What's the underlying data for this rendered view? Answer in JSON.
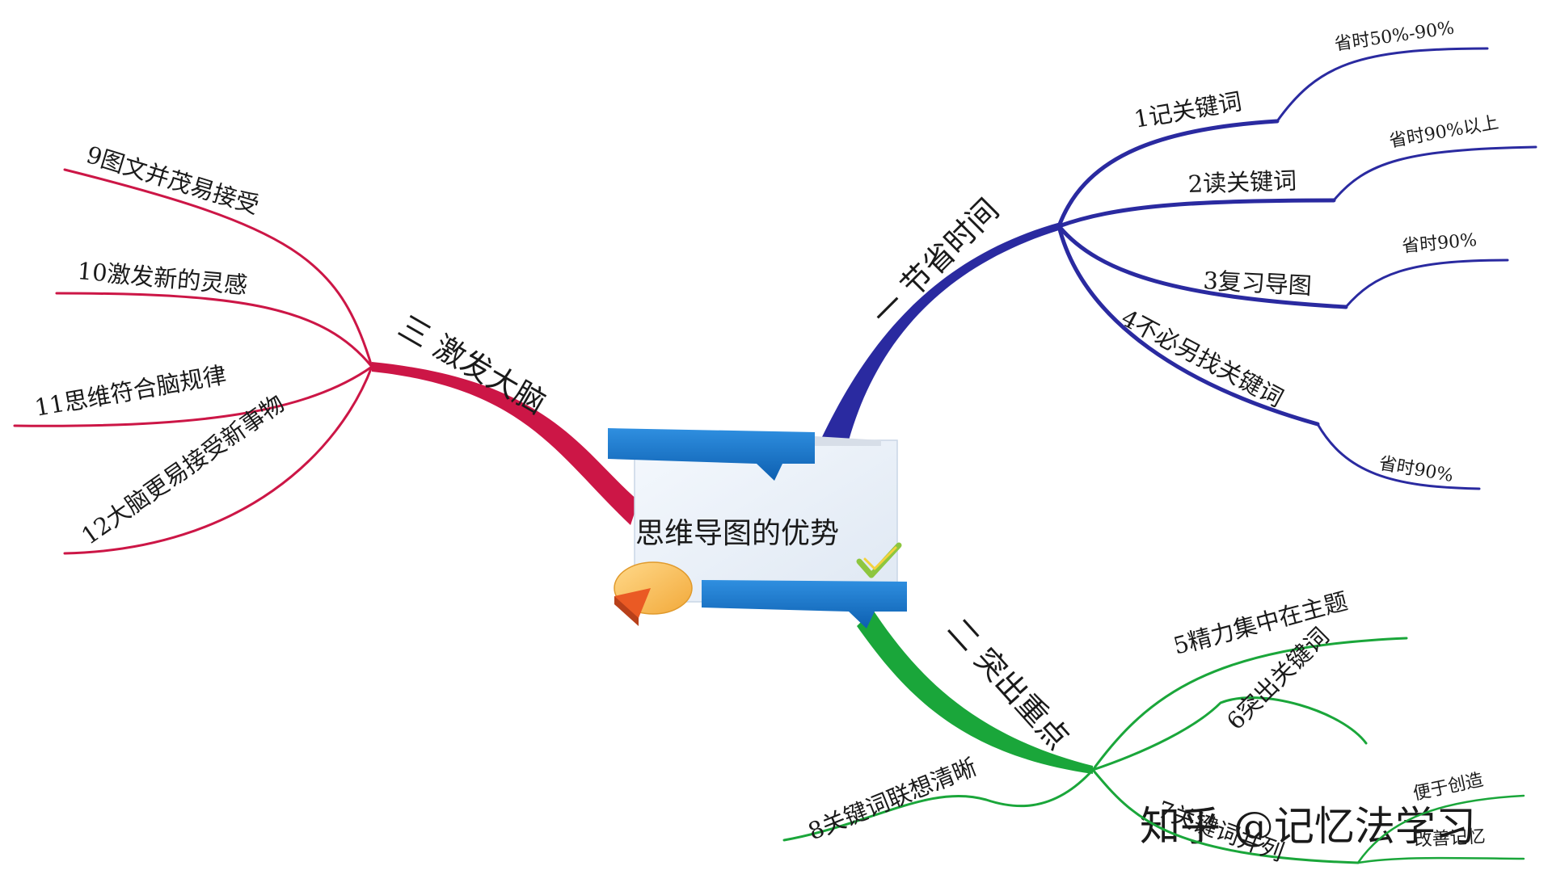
{
  "center": {
    "title": "思维导图的优势"
  },
  "branches": {
    "time": {
      "label": "一 节省时间",
      "color": "#2a2aa0",
      "items": [
        {
          "label": "1记关键词",
          "note": "省时50%-90%"
        },
        {
          "label": "2读关键词",
          "note": "省时90%以上"
        },
        {
          "label": "3复习导图",
          "note": "省时90%"
        },
        {
          "label": "4不必另找关键词",
          "note": "省时90%"
        }
      ]
    },
    "focus": {
      "label": "二 突出重点",
      "color": "#1aa63a",
      "items": [
        {
          "label": "5精力集中在主题"
        },
        {
          "label": "6突出关键词"
        },
        {
          "label": "7关键词并列",
          "notes": [
            "便于创造",
            "改善记忆"
          ]
        },
        {
          "label": "8关键词联想清晰"
        }
      ]
    },
    "brain": {
      "label": "三 激发大脑",
      "color": "#cc1646",
      "items": [
        {
          "label": "9图文并茂易接受"
        },
        {
          "label": "10激发新的灵感"
        },
        {
          "label": "11思维符合脑规律"
        },
        {
          "label": "12大脑更易接受新事物"
        }
      ]
    }
  },
  "watermark": "知乎 @记忆法学习"
}
